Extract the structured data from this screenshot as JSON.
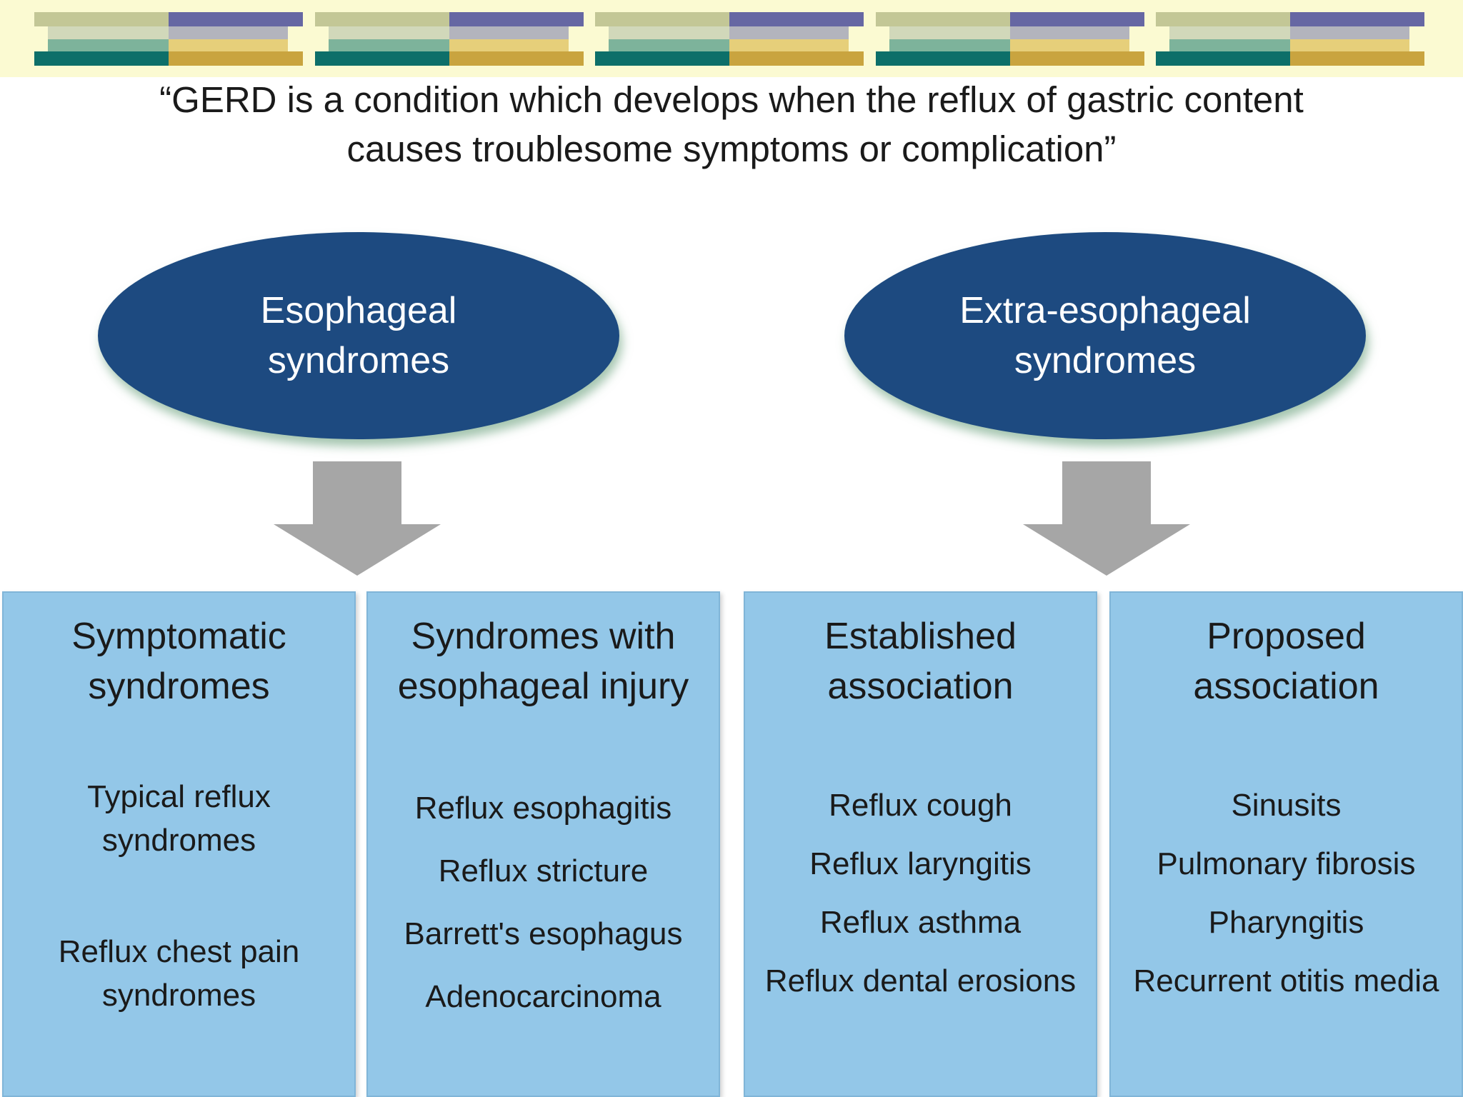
{
  "definition": "“GERD is a condition which develops when the reflux of gastric content causes troublesome symptoms or complication”",
  "colors": {
    "band_background": "#fbfad2",
    "ellipse_fill": "#1d4a80",
    "box_fill": "#93c7e8",
    "arrow_fill": "#a6a6a6"
  },
  "ellipses": [
    {
      "label": "Esophageal\nsyndromes"
    },
    {
      "label": "Extra-esophageal\nsyndromes"
    }
  ],
  "boxes": [
    {
      "title": "Symptomatic\nsyndromes",
      "items": [
        "Typical reflux\nsyndromes",
        "Reflux chest pain\nsyndromes"
      ]
    },
    {
      "title": "Syndromes with\nesophageal injury",
      "items": [
        "Reflux esophagitis",
        "Reflux stricture",
        "Barrett's esophagus",
        "Adenocarcinoma"
      ]
    },
    {
      "title": "Established\nassociation",
      "items": [
        "Reflux cough",
        "Reflux laryngitis",
        "Reflux asthma",
        "Reflux dental erosions"
      ]
    },
    {
      "title": "Proposed\nassociation",
      "items": [
        "Sinusits",
        "Pulmonary fibrosis",
        "Pharyngitis",
        "Recurrent otitis media"
      ]
    }
  ]
}
